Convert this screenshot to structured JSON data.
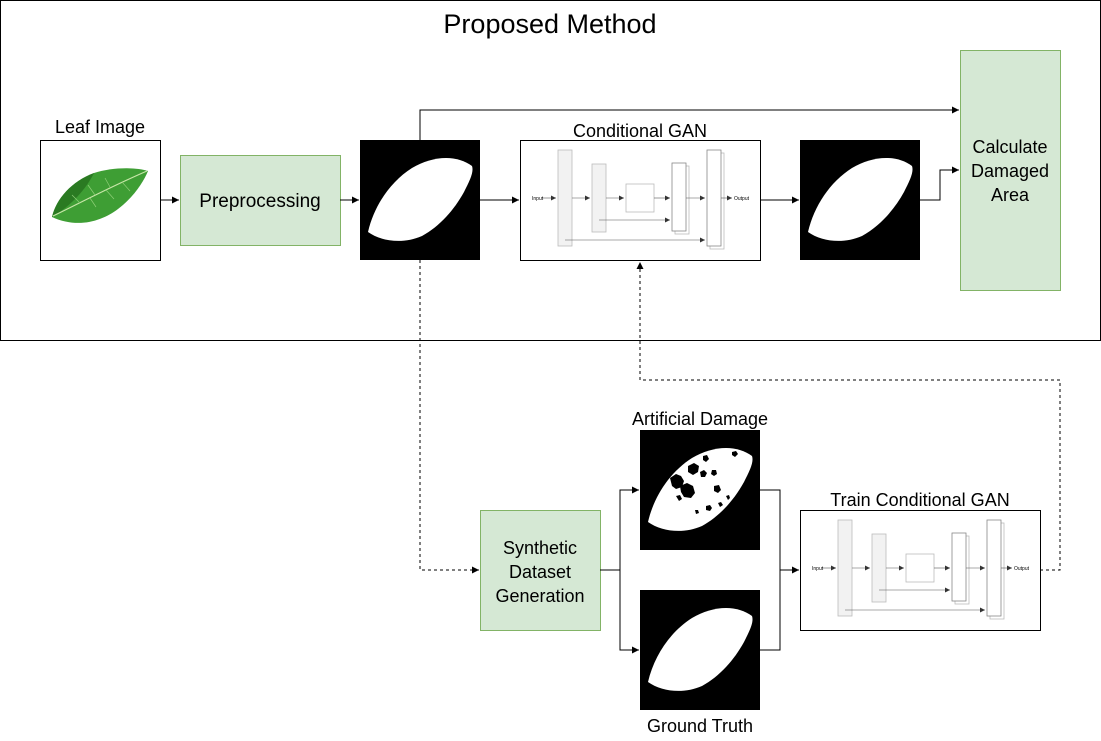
{
  "title": "Proposed Method",
  "top_row": {
    "leaf_image_label": "Leaf Image",
    "preprocessing_label": "Preprocessing",
    "conditional_gan_label": "Conditional GAN",
    "calculate_line1": "Calculate",
    "calculate_line2": "Damaged",
    "calculate_line3": "Area"
  },
  "bottom_row": {
    "synthetic_line1": "Synthetic",
    "synthetic_line2": "Dataset",
    "synthetic_line3": "Generation",
    "artificial_damage_label": "Artificial Damage",
    "ground_truth_label": "Ground Truth",
    "train_gan_label": "Train Conditional GAN"
  },
  "network_thumbnail": {
    "input_label": "Input",
    "output_label": "Output"
  },
  "colors": {
    "process_fill": "#d5e8d4",
    "process_stroke": "#82b366",
    "mask_background": "#000000",
    "mask_leaf": "#ffffff",
    "leaf_green": "#3e9e34",
    "leaf_dark": "#2a7a22",
    "leaf_vein": "#c8e6a8"
  },
  "icons": [
    "leaf-photo",
    "binary-leaf-mask",
    "damaged-leaf-mask",
    "unet-diagram"
  ]
}
